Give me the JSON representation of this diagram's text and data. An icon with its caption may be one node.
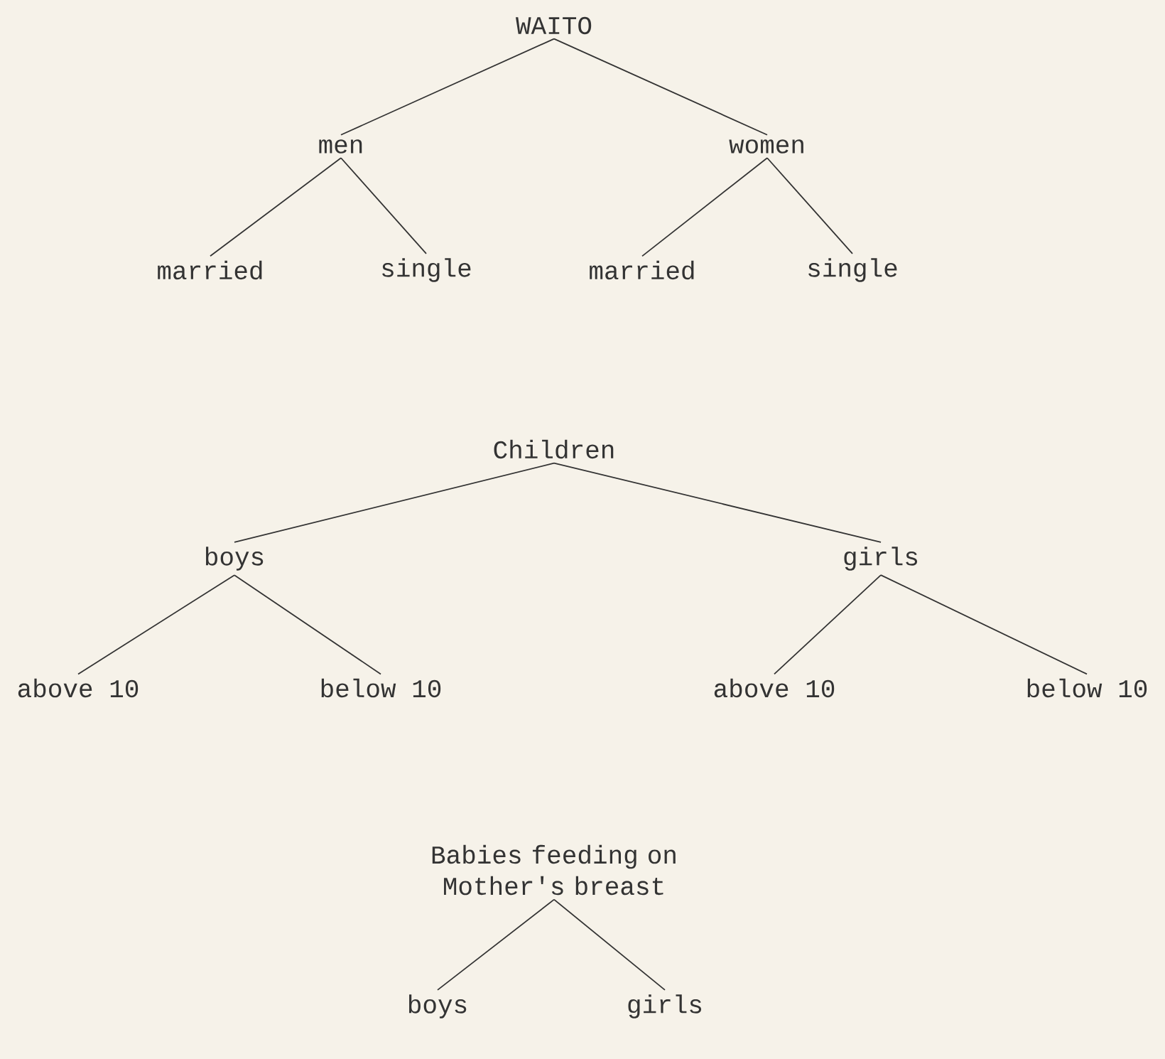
{
  "diagram": {
    "nodes": [
      {
        "text": [
          "WAITO"
        ]
      },
      {
        "text": [
          "men"
        ]
      },
      {
        "text": [
          "women"
        ]
      },
      {
        "text": [
          "married"
        ]
      },
      {
        "text": [
          "single"
        ]
      },
      {
        "text": [
          "married"
        ]
      },
      {
        "text": [
          "single"
        ]
      },
      {
        "text": [
          "Children"
        ]
      },
      {
        "text": [
          "boys"
        ]
      },
      {
        "text": [
          "girls"
        ]
      },
      {
        "text": [
          "above 10"
        ]
      },
      {
        "text": [
          "below 10"
        ]
      },
      {
        "text": [
          "above 10"
        ]
      },
      {
        "text": [
          "below 10"
        ]
      },
      {
        "text": [
          "Babies feeding on Mother's breast"
        ]
      },
      {
        "text": [
          "boys"
        ]
      },
      {
        "text": [
          "girls"
        ]
      }
    ],
    "edges": [
      {
        "from": 0,
        "to": 1,
        "arrow": "none"
      },
      {
        "from": 0,
        "to": 2,
        "arrow": "none"
      },
      {
        "from": 1,
        "to": 3,
        "arrow": "none"
      },
      {
        "from": 1,
        "to": 4,
        "arrow": "none"
      },
      {
        "from": 2,
        "to": 5,
        "arrow": "none"
      },
      {
        "from": 2,
        "to": 6,
        "arrow": "none"
      },
      {
        "from": 7,
        "to": 8,
        "arrow": "none"
      },
      {
        "from": 7,
        "to": 9,
        "arrow": "none"
      },
      {
        "from": 8,
        "to": 10,
        "arrow": "none"
      },
      {
        "from": 8,
        "to": 11,
        "arrow": "none"
      },
      {
        "from": 9,
        "to": 12,
        "arrow": "none"
      },
      {
        "from": 9,
        "to": 13,
        "arrow": "none"
      },
      {
        "from": 14,
        "to": 15,
        "arrow": "none"
      },
      {
        "from": 14,
        "to": 16,
        "arrow": "none"
      }
    ]
  }
}
